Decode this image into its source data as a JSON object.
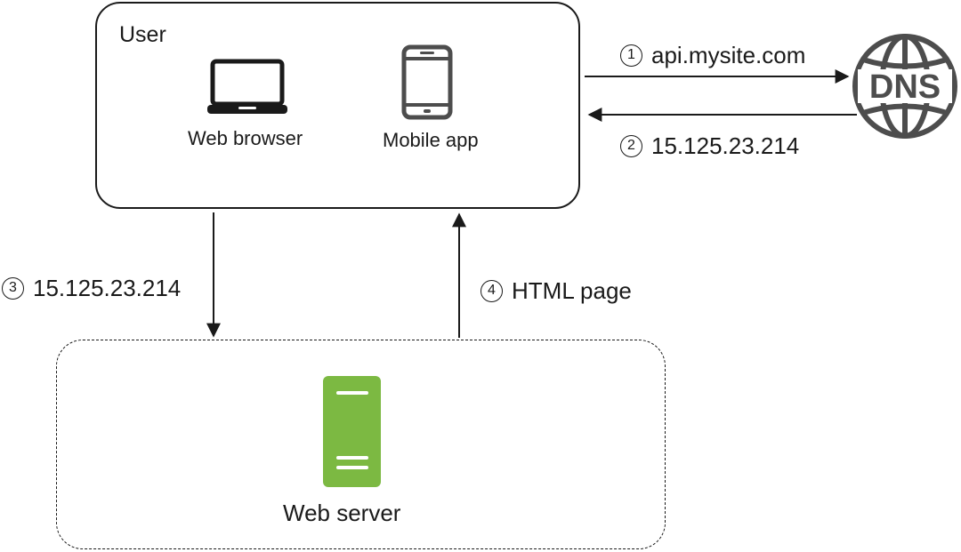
{
  "user_box": {
    "title": "User",
    "clients": {
      "web_browser": {
        "label": "Web browser",
        "icon": "laptop-icon"
      },
      "mobile_app": {
        "label": "Mobile app",
        "icon": "phone-icon"
      }
    }
  },
  "dns": {
    "icon_text": "DNS",
    "icon": "globe-dns-icon"
  },
  "steps": [
    {
      "num": "1",
      "label": "api.mysite.com"
    },
    {
      "num": "2",
      "label": "15.125.23.214"
    },
    {
      "num": "3",
      "label": "15.125.23.214"
    },
    {
      "num": "4",
      "label": "HTML page"
    }
  ],
  "server_box": {
    "label": "Web server",
    "icon": "server-icon",
    "colors": {
      "server": "#7cb942",
      "stroke": "#1a1a1a",
      "icon_gray": "#4d4d4d"
    }
  }
}
